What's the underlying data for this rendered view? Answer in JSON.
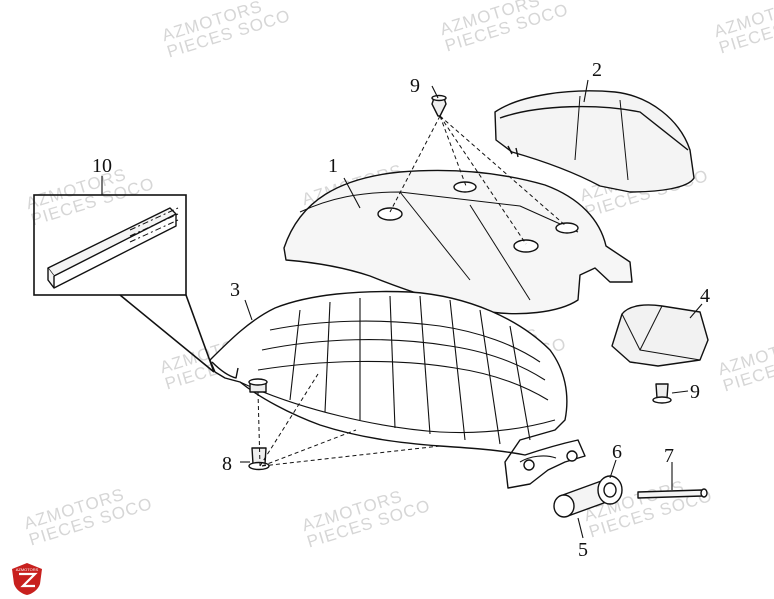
{
  "watermark": {
    "line1": "AZMOTORS",
    "line2": "PIECES SOCO"
  },
  "callouts": {
    "c1": "1",
    "c2": "2",
    "c3": "3",
    "c4": "4",
    "c5": "5",
    "c6": "6",
    "c7": "7",
    "c8": "8",
    "c9a": "9",
    "c9b": "9",
    "c10": "10"
  },
  "logo": {
    "text": "AZMOTORS",
    "color": "#c8201e"
  },
  "colors": {
    "line": "#111111",
    "watermark": "#d6d6d6"
  }
}
